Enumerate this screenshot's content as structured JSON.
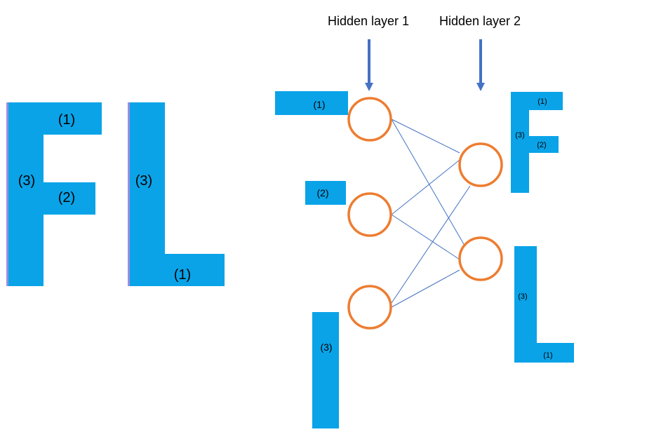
{
  "headers": {
    "hidden_layer_1": "Hidden layer 1",
    "hidden_layer_2": "Hidden layer 2"
  },
  "segment_labels": {
    "one": "(1)",
    "two": "(2)",
    "three": "(3)"
  },
  "colors": {
    "block": "#0aa3e8",
    "neuron_stroke": "#ed7d31",
    "connection": "#4472c4"
  }
}
